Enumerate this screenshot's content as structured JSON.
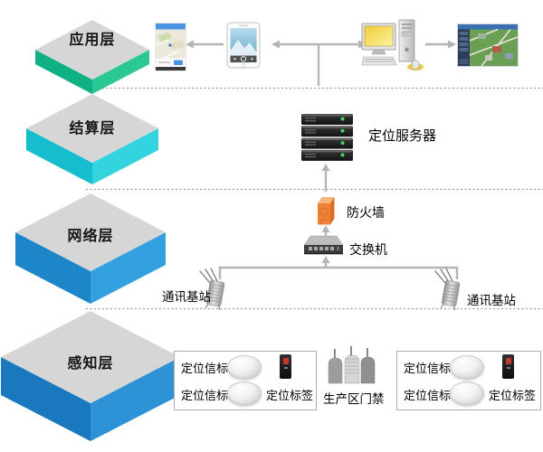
{
  "diagram": {
    "layers": [
      {
        "label": "应用层",
        "left_color": "#0fb183",
        "right_color": "#2bc795"
      },
      {
        "label": "结算层",
        "left_color": "#16bdcd",
        "right_color": "#33d3df"
      },
      {
        "label": "网络层",
        "left_color": "#1d86c8",
        "right_color": "#33a1dd"
      },
      {
        "label": "感知层",
        "left_color": "#1a79be",
        "right_color": "#2e93d6"
      }
    ],
    "top_face_color": "#d6d6d6",
    "separator_color": "#9e9e9e",
    "connector_color": "#b5b5b5",
    "nodes": {
      "server": {
        "label": "定位服务器"
      },
      "firewall": {
        "label": "防火墙",
        "color": "#ef8438"
      },
      "switch": {
        "label": "交换机"
      },
      "base_station_left": {
        "label": "通讯基站"
      },
      "base_station_right": {
        "label": "通讯基站"
      },
      "gate": {
        "label": "生产区门禁"
      },
      "sensor_box_left": {
        "beacon1_label": "定位信标",
        "beacon2_label": "定位信标",
        "tag_label": "定位标签"
      },
      "sensor_box_right": {
        "beacon1_label": "定位信标",
        "beacon2_label": "定位信标",
        "tag_label": "定位标签"
      }
    }
  }
}
